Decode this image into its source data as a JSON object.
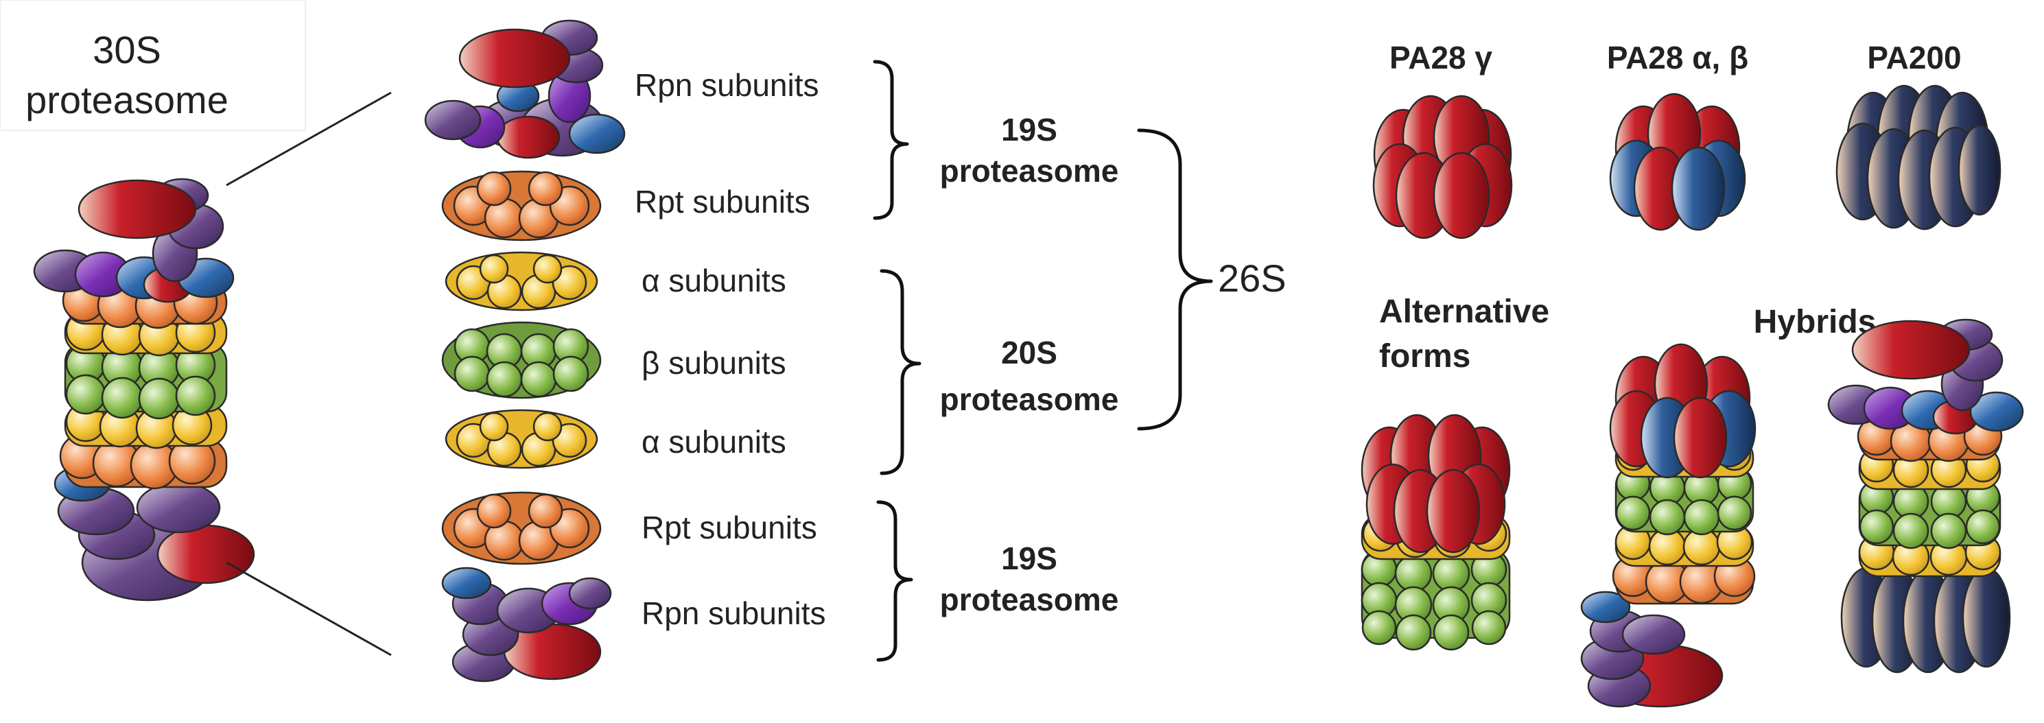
{
  "colors": {
    "red": "#b5121b",
    "purple": "#6b4a8c",
    "violet": "#7a2fb5",
    "blue": "#2f6ab0",
    "orange": "#e07a3a",
    "yellow": "#f1c232",
    "green": "#7cb342",
    "navy": "#1f2a4a",
    "tan": "#e7c6a6"
  },
  "left": {
    "title_line1": "30S",
    "title_line2": "proteasome"
  },
  "components": {
    "rpn_top": "Rpn subunits",
    "rpt_top": "Rpt subunits",
    "alpha_top": "α subunits",
    "beta": "β  subunits",
    "alpha_bottom": "α subunits",
    "rpt_bottom": "Rpt subunits",
    "rpn_bottom": "Rpn subunits"
  },
  "groups": {
    "top19_line1": "19S",
    "top19_line2": "proteasome",
    "core20_line1": "20S",
    "core20_line2": "proteasome",
    "bottom19_line1": "19S",
    "bottom19_line2": "proteasome",
    "s26": "26S"
  },
  "right": {
    "pa28g": "PA28 γ",
    "pa28ab": "PA28 α, β",
    "pa200": "PA200",
    "alt_line1": "Alternative",
    "alt_line2": "forms",
    "hybrids": "Hybrids"
  }
}
